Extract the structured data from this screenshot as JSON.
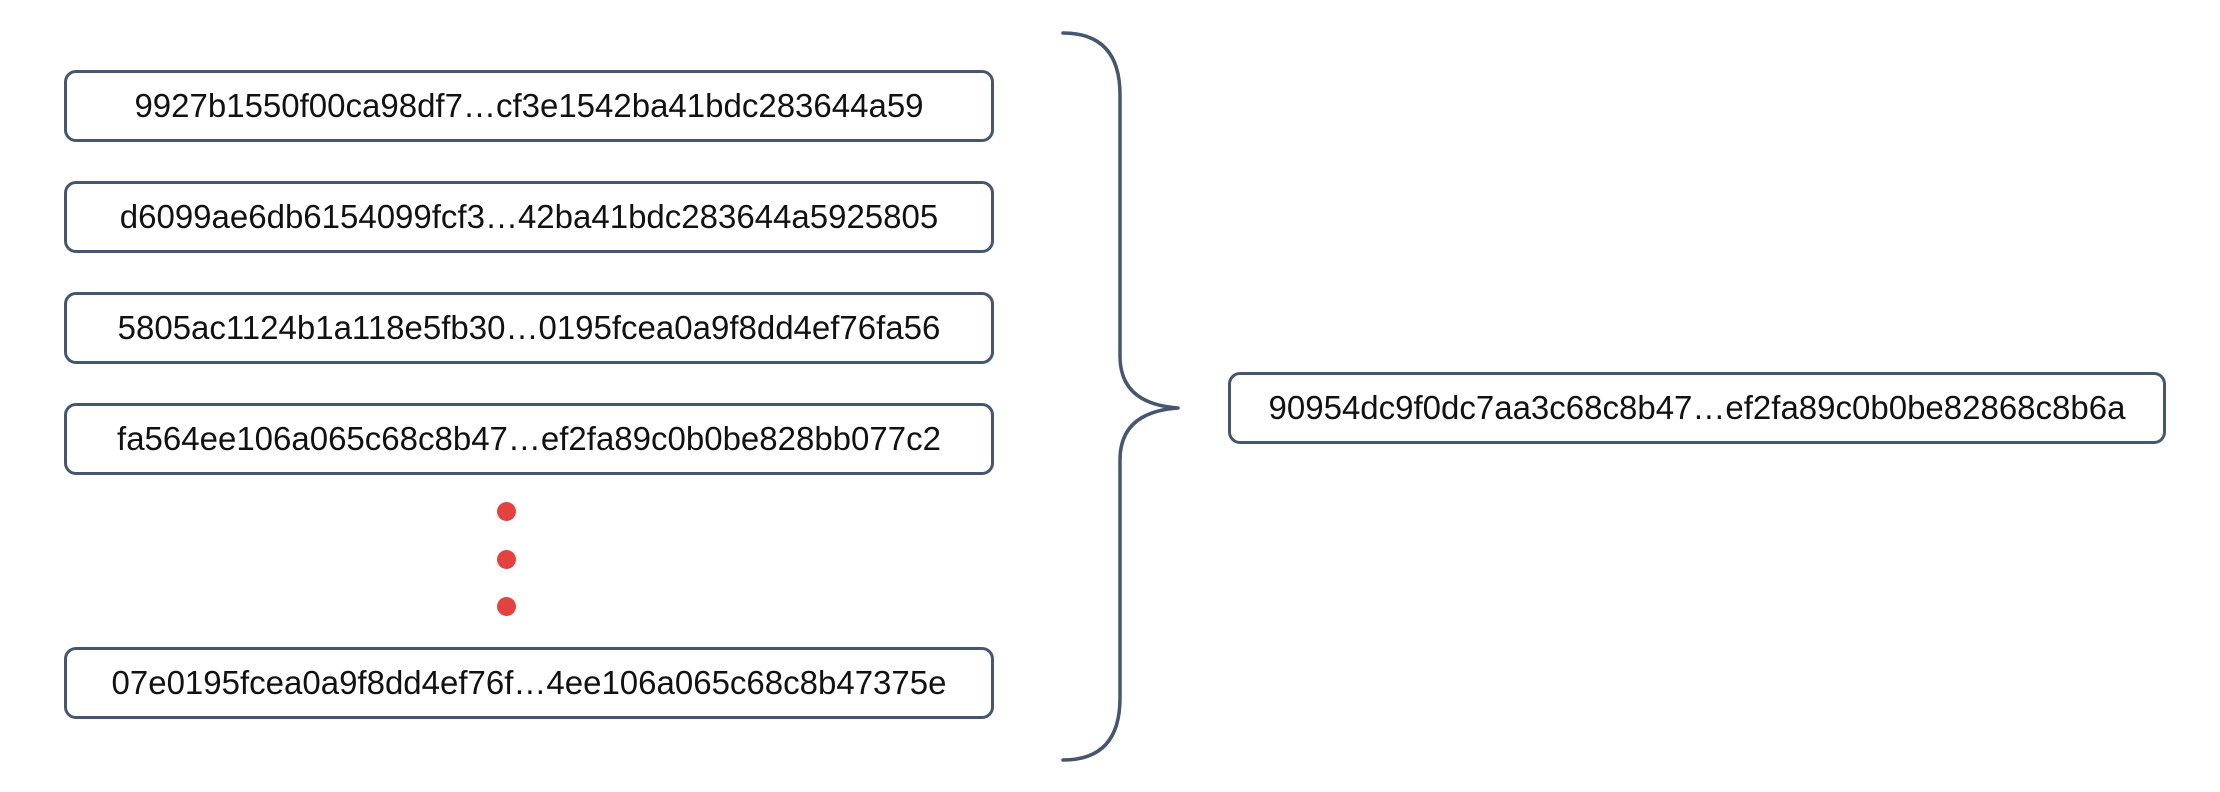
{
  "diagram": {
    "description": "Multiple hash values combined into a single hash",
    "input_hashes": [
      "9927b1550f00ca98df7…cf3e1542ba41bdc283644a59",
      "d6099ae6db6154099fcf3…42ba41bdc283644a5925805",
      "5805ac1124b1a118e5fb30…0195fcea0a9f8dd4ef76fa56",
      "fa564ee106a065c68c8b47…ef2fa89c0b0be828bb077c2",
      "07e0195fcea0a9f8dd4ef76f…4ee106a065c68c8b47375e"
    ],
    "output_hash": "90954dc9f0dc7aa3c68c8b47…ef2fa89c0b0be82868c8b6a",
    "ellipsis_dot_count": 3,
    "colors": {
      "box_border": "#47566F",
      "brace": "#47566F",
      "dots": "#E2433E",
      "text": "#111111",
      "bg": "#FFFFFF"
    }
  }
}
